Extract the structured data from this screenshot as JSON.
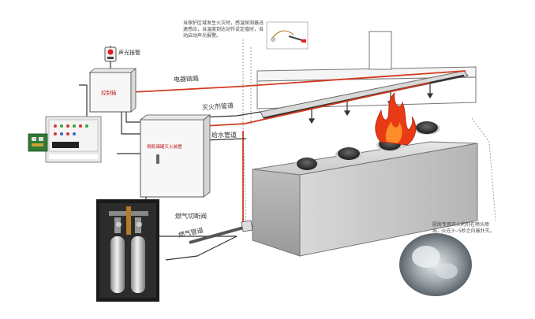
{
  "labels": {
    "alarm": "声光报警",
    "control_box": "控制箱",
    "electrical_link": "电器链路",
    "suppression_line": "灭火剂管道",
    "cabinet": "钢瓶储罐灭火装置",
    "water_pipe": "给水管道",
    "gas_valve": "燃气切断阀",
    "gas_pipe": "燃气管道"
  },
  "notes": {
    "top": "当保护区域发生火灾时，感温探测器迅速感应，当温度到达动作设定值时，自动启动声光报警。",
    "bottom": "厨房专用灭火药剂在喷头喷出，火在3~5秒之内被扑灭。"
  },
  "colors": {
    "red_line": "#d23b1f",
    "flame": "#e83a14",
    "metal": "#cfcfcf",
    "box_fill": "#f7f7f7"
  }
}
